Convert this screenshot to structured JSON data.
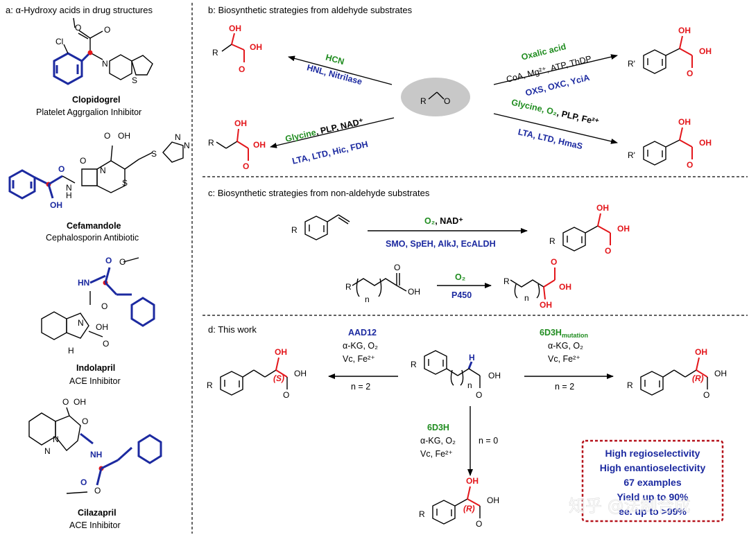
{
  "panel_a": {
    "title": "a: α-Hydroxy acids in drug structures",
    "drugs": [
      {
        "name": "Clopidogrel",
        "desc": "Platelet Aggrgalion Inhibitor"
      },
      {
        "name": "Cefamandole",
        "desc": "Cephalosporin Antibiotic"
      },
      {
        "name": "Indolapril",
        "desc": "ACE Inhibitor"
      },
      {
        "name": "Cilazapril",
        "desc": "ACE Inhibitor"
      }
    ]
  },
  "panel_b": {
    "title": "b: Biosynthetic strategies from aldehyde substrates",
    "routes": [
      {
        "reagent": "HCN",
        "conditions": "",
        "enzymes": "HNL, Nitrilase"
      },
      {
        "reagent": "Glycine",
        "conditions": ", PLP, NAD⁺",
        "enzymes": "LTA, LTD, Hic, FDH"
      },
      {
        "reagent": "Oxalic acid",
        "conditions": "CoA, Mg²⁺, ATP, ThDP",
        "enzymes": "OXS, OXC, YciA"
      },
      {
        "reagent": "Glycine, O₂",
        "conditions": ", PLP, Fe²⁺",
        "enzymes": "LTA, LTD, HmaS"
      }
    ]
  },
  "panel_c": {
    "title": "c: Biosynthetic strategies from non-aldehyde substrates",
    "routes": [
      {
        "reagent": "O₂",
        "conditions": ", NAD⁺",
        "enzymes": "SMO, SpEH, AlkJ, EcALDH"
      },
      {
        "reagent": "O₂",
        "conditions": "",
        "enzymes": "P450"
      }
    ]
  },
  "panel_d": {
    "title": "d: This work",
    "routes": [
      {
        "enzyme": "AAD12",
        "line1": "α-KG, O₂",
        "line2": "Vc, Fe²⁺",
        "n": "n = 2",
        "stereo": "(S)"
      },
      {
        "enzyme": "6D3H",
        "enzyme_sub": "mutation",
        "line1": "α-KG, O₂",
        "line2": "Vc, Fe²⁺",
        "n": "n = 2",
        "stereo": "(R)"
      },
      {
        "enzyme": "6D3H",
        "line1": "α-KG, O₂",
        "line2": "Vc, Fe²⁺",
        "n": "n = 0",
        "stereo": "(R)"
      }
    ],
    "highlights": [
      "High regioselectivity",
      "High enantioselectivity",
      "67 examples",
      "Yield up to 90%",
      "ee. up to >99%"
    ]
  },
  "watermark": "知乎 @法制合成",
  "colors": {
    "blue": "#1c2aa0",
    "red": "#e3161b",
    "green": "#1f8c1f",
    "box_border": "#b5121b",
    "ellipse": "#c8c8c8"
  }
}
